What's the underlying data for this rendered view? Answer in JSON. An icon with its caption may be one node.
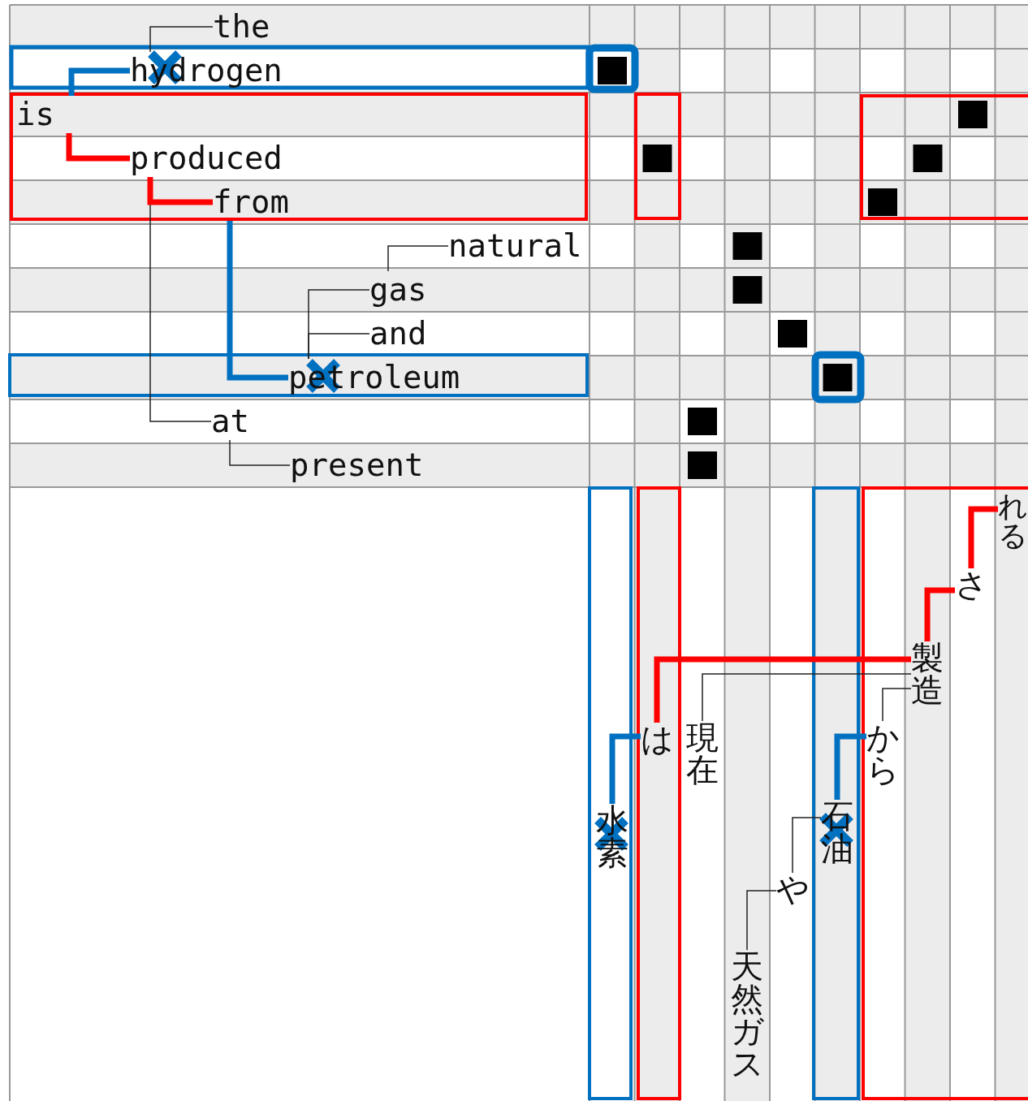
{
  "diagram": {
    "nodes": [
      {
        "text": [
          "the"
        ]
      },
      {
        "text": [
          "hydrogen"
        ]
      },
      {
        "text": [
          "is"
        ]
      },
      {
        "text": [
          "produced"
        ]
      },
      {
        "text": [
          "from"
        ]
      },
      {
        "text": [
          "natural"
        ]
      },
      {
        "text": [
          "gas"
        ]
      },
      {
        "text": [
          "and"
        ]
      },
      {
        "text": [
          "petroleum"
        ]
      },
      {
        "text": [
          "at"
        ]
      },
      {
        "text": [
          "present"
        ]
      },
      {
        "text": [
          "水素"
        ]
      },
      {
        "text": [
          "は"
        ]
      },
      {
        "text": [
          "現在"
        ]
      },
      {
        "text": [
          "天然ガス"
        ]
      },
      {
        "text": [
          "や"
        ]
      },
      {
        "text": [
          "石油"
        ]
      },
      {
        "text": [
          "から"
        ]
      },
      {
        "text": [
          "製造"
        ]
      },
      {
        "text": [
          "さ"
        ]
      },
      {
        "text": [
          "れる"
        ]
      }
    ],
    "edges": [
      {
        "from": 0,
        "to": 1,
        "arrow": "none"
      },
      {
        "from": 1,
        "to": 2,
        "arrow": "none",
        "style": "thick",
        "color": "#0070c0"
      },
      {
        "from": 3,
        "to": 2,
        "arrow": "none",
        "style": "thick",
        "color": "#ff0000"
      },
      {
        "from": 4,
        "to": 3,
        "arrow": "none",
        "style": "thick",
        "color": "#ff0000"
      },
      {
        "from": 8,
        "to": 4,
        "arrow": "none",
        "style": "thick",
        "color": "#0070c0"
      },
      {
        "from": 9,
        "to": 3,
        "arrow": "none"
      },
      {
        "from": 10,
        "to": 9,
        "arrow": "none"
      },
      {
        "from": 5,
        "to": 6,
        "arrow": "none"
      },
      {
        "from": 6,
        "to": 8,
        "arrow": "none"
      },
      {
        "from": 7,
        "to": 8,
        "arrow": "none"
      },
      {
        "from": 11,
        "to": 12,
        "arrow": "none",
        "style": "thick",
        "color": "#0070c0"
      },
      {
        "from": 12,
        "to": 18,
        "arrow": "none",
        "style": "thick",
        "color": "#ff0000"
      },
      {
        "from": 13,
        "to": 18,
        "arrow": "none"
      },
      {
        "from": 14,
        "to": 15,
        "arrow": "none"
      },
      {
        "from": 15,
        "to": 16,
        "arrow": "none"
      },
      {
        "from": 16,
        "to": 17,
        "arrow": "none",
        "style": "thick",
        "color": "#0070c0"
      },
      {
        "from": 17,
        "to": 18,
        "arrow": "none"
      },
      {
        "from": 18,
        "to": 19,
        "arrow": "none",
        "style": "thick",
        "color": "#ff0000"
      },
      {
        "from": 19,
        "to": 20,
        "arrow": "none",
        "style": "thick",
        "color": "#ff0000"
      }
    ]
  }
}
